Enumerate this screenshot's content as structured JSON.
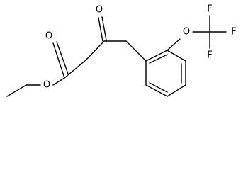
{
  "molecule": {
    "atom_labels": {
      "ketone_oxygen": "O",
      "carbonyl_oxygen": "O",
      "ester_oxygen": "O",
      "ether_oxygen": "O",
      "fluorine_top": "F",
      "fluorine_right": "F",
      "fluorine_bottom": "F"
    }
  }
}
